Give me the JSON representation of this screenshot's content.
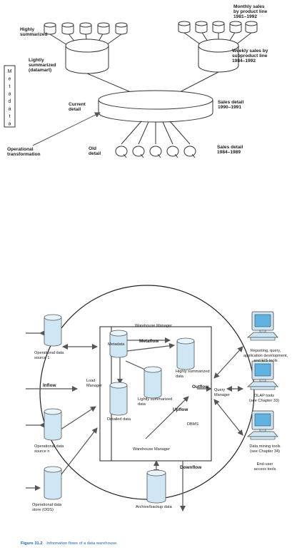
{
  "top_diagram": {
    "metadata_letters": [
      "M",
      "e",
      "t",
      "a",
      "d",
      "a",
      "t",
      "a"
    ],
    "labels": {
      "highly_summarized": [
        "Highly",
        "summarized"
      ],
      "lightly_summarized": [
        "Lightly",
        "summarized",
        "(datamart)"
      ],
      "current_detail": [
        "Current",
        "detail"
      ],
      "old_detail": [
        "Old",
        "detail"
      ],
      "operational_transformation": [
        "Operational",
        "transformation"
      ],
      "monthly_sales": [
        "Monthly sales",
        "by product line",
        "1981–1992"
      ],
      "weekly_sales": [
        "Weekly sales by",
        "subproduct line",
        "1984–1992"
      ],
      "sales_detail_current": [
        "Sales detail",
        "1990–1991"
      ],
      "sales_detail_old": [
        "Sales detail",
        "1984–1989"
      ]
    }
  },
  "bottom_diagram": {
    "warehouse_manager_top": "Warehouse Manager",
    "warehouse_manager_bottom": "Warehouse Manager",
    "metaflow": "Metaflow",
    "metadata": "Metadata",
    "load_manager": [
      "Load",
      "Manager"
    ],
    "inflow": "Inflow",
    "upflow": "Upflow",
    "outflow": "Outflow",
    "downflow": "Downflow",
    "dbms": "DBMS",
    "query_manager": [
      "Query",
      "Manager"
    ],
    "detailed_data": "Detailed data",
    "lightly_summarized": [
      "Lightly summarized",
      "data"
    ],
    "highly_summarized": [
      "Highly summarized",
      "data"
    ],
    "archive_data": "Archive/backup data",
    "sources": {
      "source1": [
        "Operational data",
        "source 1"
      ],
      "sourcen": [
        "Operational data",
        "source n"
      ],
      "ods": [
        "Operational data",
        "store (ODS)"
      ]
    },
    "end_user": {
      "reporting": [
        "Reporting, query,",
        "application development,",
        "and EIS tools"
      ],
      "olap": [
        "OLAP tools",
        "(see Chapter 33)"
      ],
      "mining": [
        "Data mining tools",
        "(see Chapter 34)"
      ],
      "access_tools": [
        "End-user",
        "access tools"
      ]
    }
  },
  "caption": {
    "figure": "Figure 31.2",
    "text": "Information flows of a data warehouse."
  }
}
